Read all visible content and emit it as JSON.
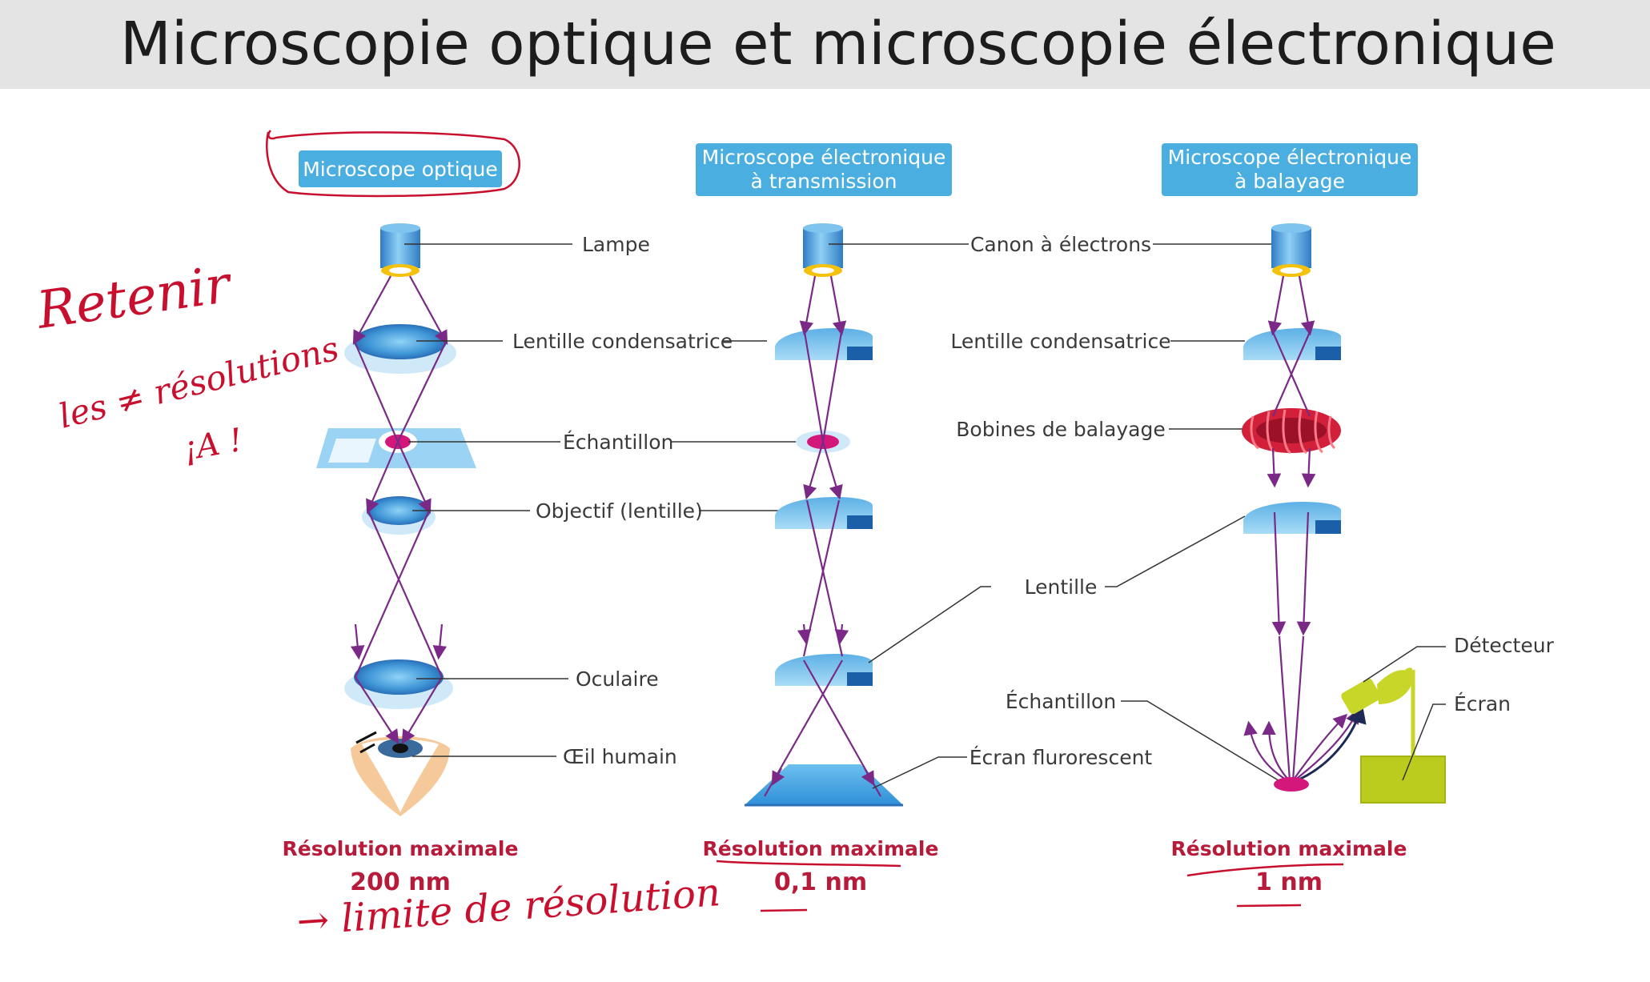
{
  "title": "Microscopie optique et microscopie électronique",
  "columns": {
    "optical": {
      "box_label": "Microscope optique",
      "labels": {
        "lamp": "Lampe",
        "condenser": "Lentille condensatrice",
        "sample": "Échantillon",
        "objective": "Objectif (lentille)",
        "eyepiece": "Oculaire",
        "eye": "Œil humain"
      },
      "resolution_title": "Résolution maximale",
      "resolution_value": "200 nm"
    },
    "tem": {
      "box_label_line1": "Microscope électronique",
      "box_label_line2": "à transmission",
      "resolution_title": "Résolution maximale",
      "resolution_value": "0,1 nm"
    },
    "sem": {
      "box_label_line1": "Microscope électronique",
      "box_label_line2": "à balayage",
      "labels": {
        "detector": "Détecteur",
        "screen": "Écran"
      },
      "resolution_title": "Résolution maximale",
      "resolution_value": "1 nm"
    }
  },
  "shared_labels": {
    "electron_gun": "Canon à électrons",
    "condenser": "Lentille condensatrice",
    "scan_coils": "Bobines de balayage",
    "lens": "Lentille",
    "sample": "Échantillon",
    "fluorescent_screen": "Écran flurorescent"
  },
  "handwriting": {
    "note_line1": "Retenir",
    "note_line2": "les ≠ résolutions",
    "note_line3": "¡A !",
    "note_bottom": "→ limite de résolution"
  },
  "colors": {
    "box_fill": "#4aaee0",
    "ray": "#7a2a86",
    "lens_light": "#8ac8ef",
    "lens_dark": "#1b5fa8",
    "sample_magenta": "#d4177a",
    "coil_red": "#d21f3a",
    "detector_yellow": "#c8d62a",
    "handwriting_red": "#c8102e",
    "resolution_red": "#b81a3a"
  }
}
